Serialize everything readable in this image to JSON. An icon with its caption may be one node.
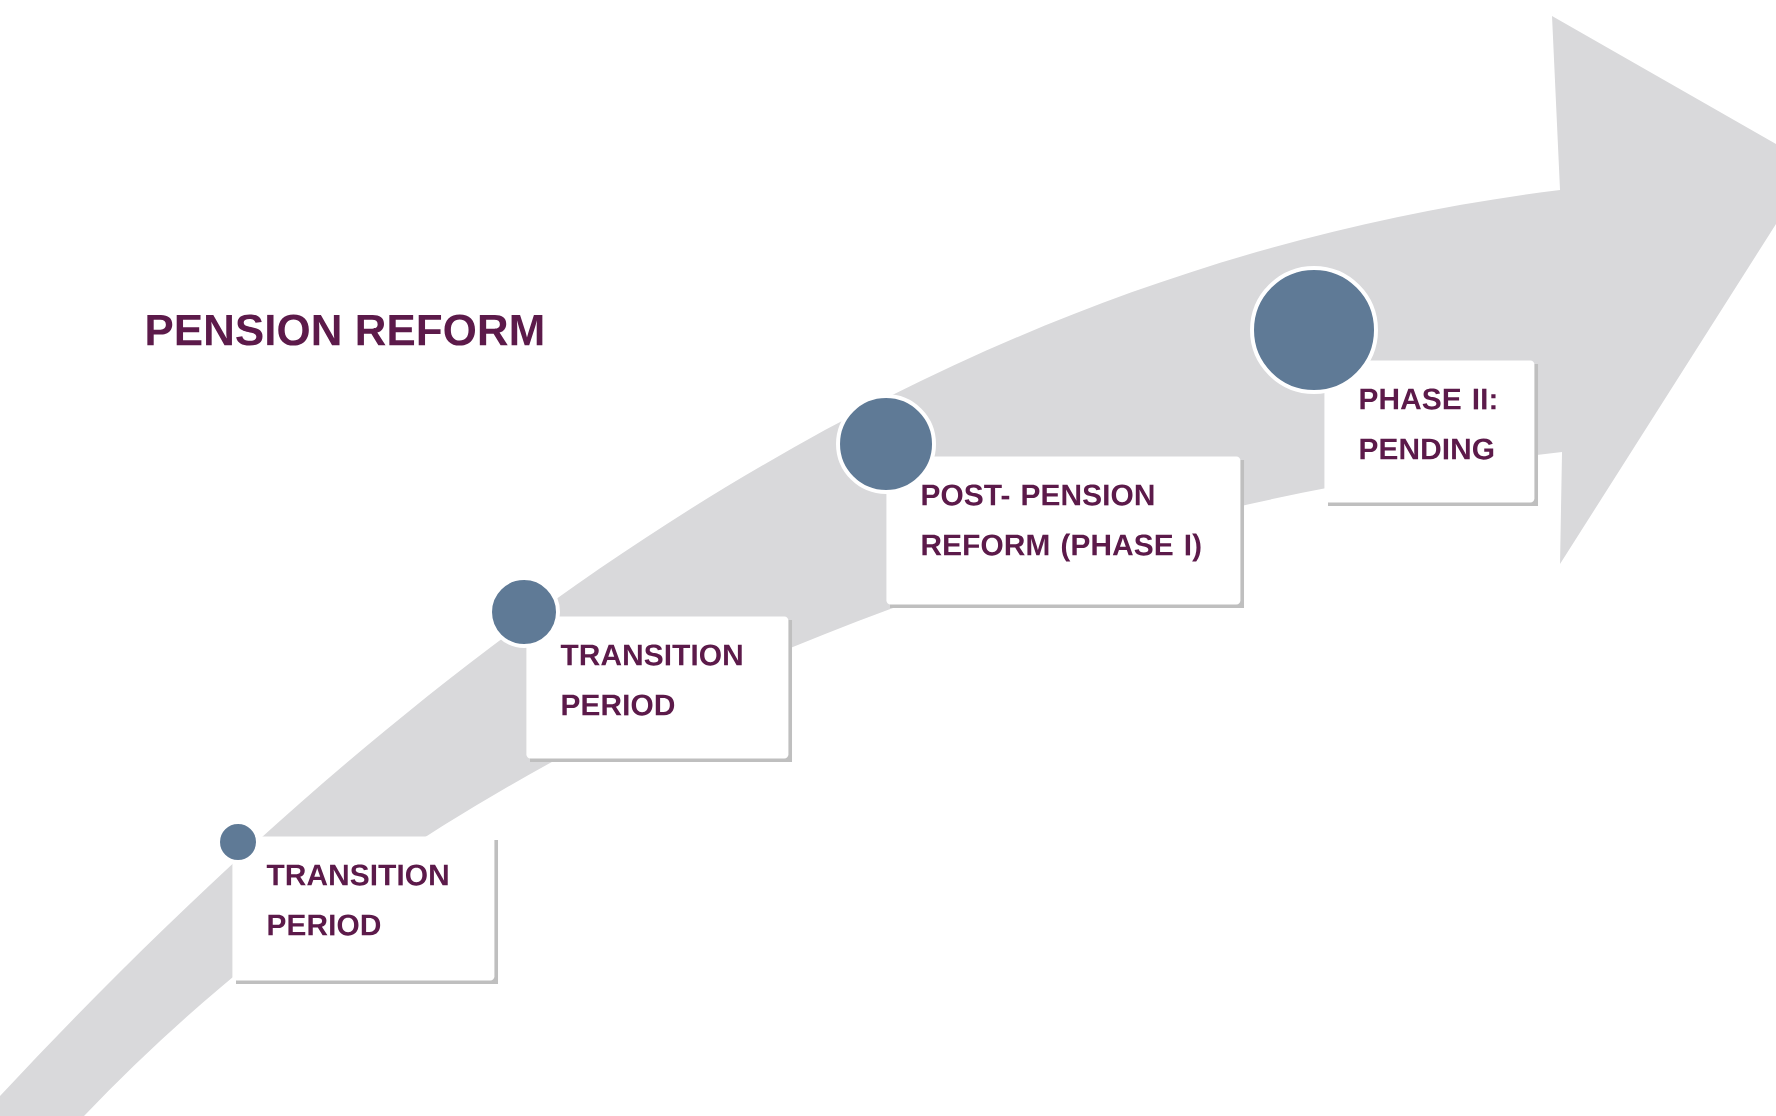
{
  "diagram": {
    "title": "PENSION REFORM",
    "nodes": [
      {
        "text": [
          "TRANSITION PERIOD"
        ]
      },
      {
        "text": [
          "TRANSITION PERIOD"
        ]
      },
      {
        "text": [
          "POST- PENSION REFORM (PHASE I)"
        ]
      },
      {
        "text": [
          "PHASE II: PENDING"
        ]
      },
      {
        "text": [],
        "shape": "circle"
      },
      {
        "text": [],
        "shape": "circle"
      },
      {
        "text": [],
        "shape": "circle"
      },
      {
        "text": [],
        "shape": "circle"
      }
    ]
  }
}
